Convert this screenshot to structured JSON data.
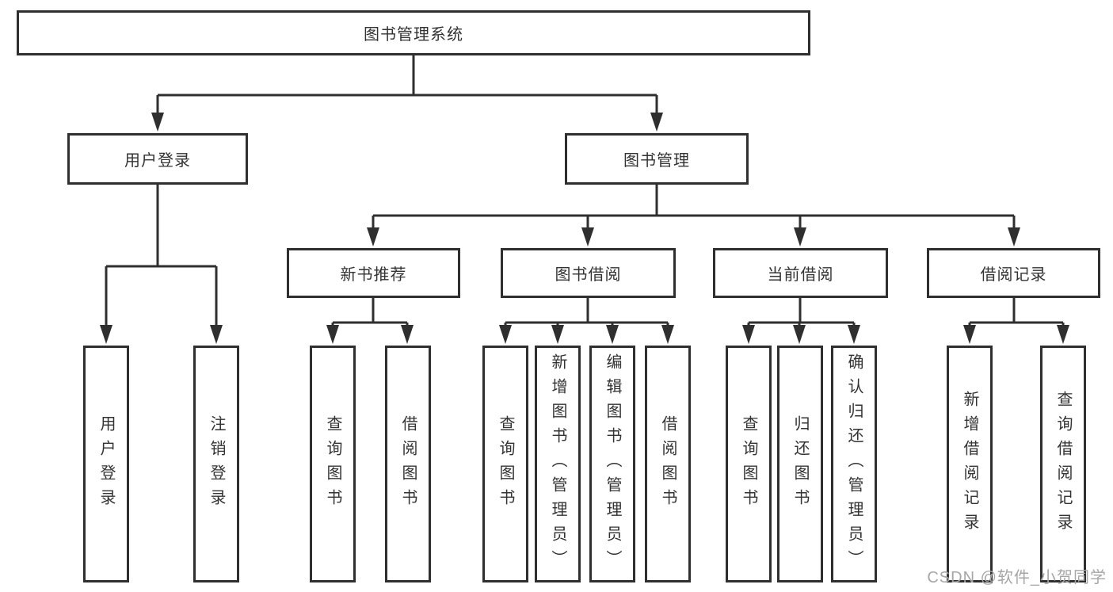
{
  "diagram": {
    "root": {
      "label": "图书管理系统"
    },
    "user_login": {
      "label": "用户登录",
      "children": [
        {
          "label": "用户登录"
        },
        {
          "label": "注销登录"
        }
      ]
    },
    "book_management": {
      "label": "图书管理",
      "groups": [
        {
          "label": "新书推荐",
          "children": [
            {
              "label": "查询图书"
            },
            {
              "label": "借阅图书"
            }
          ]
        },
        {
          "label": "图书借阅",
          "children": [
            {
              "label": "查询图书"
            },
            {
              "label": "新增图书（管理员）"
            },
            {
              "label": "编辑图书（管理员）"
            },
            {
              "label": "借阅图书"
            }
          ]
        },
        {
          "label": "当前借阅",
          "children": [
            {
              "label": "查询图书"
            },
            {
              "label": "归还图书"
            },
            {
              "label": "确认归还（管理员）"
            }
          ]
        },
        {
          "label": "借阅记录",
          "children": [
            {
              "label": "新增借阅记录"
            },
            {
              "label": "查询借阅记录"
            }
          ]
        }
      ]
    }
  },
  "watermark": {
    "text": "CSDN @软件_小贺同学"
  },
  "colors": {
    "line": "#2f2f2f",
    "box_border": "#2f2f2f",
    "box_fill": "#ffffff",
    "text": "#333333",
    "watermark": "#a6a6a6",
    "background": "#ffffff"
  }
}
